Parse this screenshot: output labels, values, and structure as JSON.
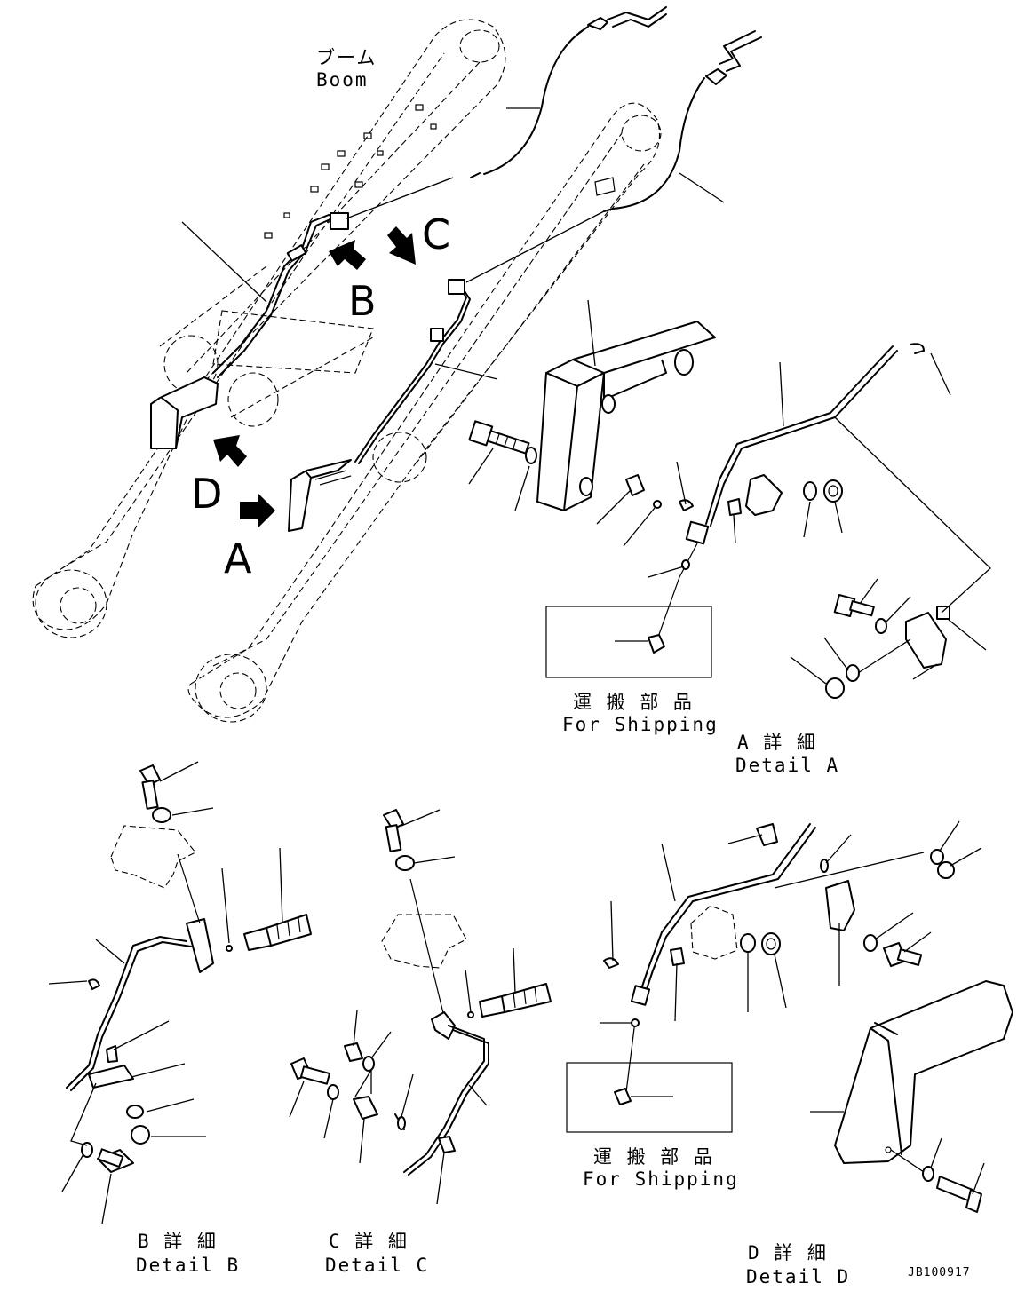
{
  "labels": {
    "boom_jp": "ブーム",
    "boom_en": "Boom",
    "callout_a": "A",
    "callout_b": "B",
    "callout_c": "C",
    "callout_d": "D",
    "shipping_jp": "運 搬 部 品",
    "shipping_en": "For Shipping",
    "detail_a_jp": "A 詳 細",
    "detail_a_en": "Detail A",
    "detail_b_jp": "B 詳 細",
    "detail_b_en": "Detail B",
    "detail_c_jp": "C 詳 細",
    "detail_c_en": "Detail C",
    "detail_d_jp": "D 詳 細",
    "detail_d_en": "Detail D",
    "drawing_code": "JB100917"
  },
  "colors": {
    "ink": "#000000",
    "paper": "#ffffff"
  }
}
